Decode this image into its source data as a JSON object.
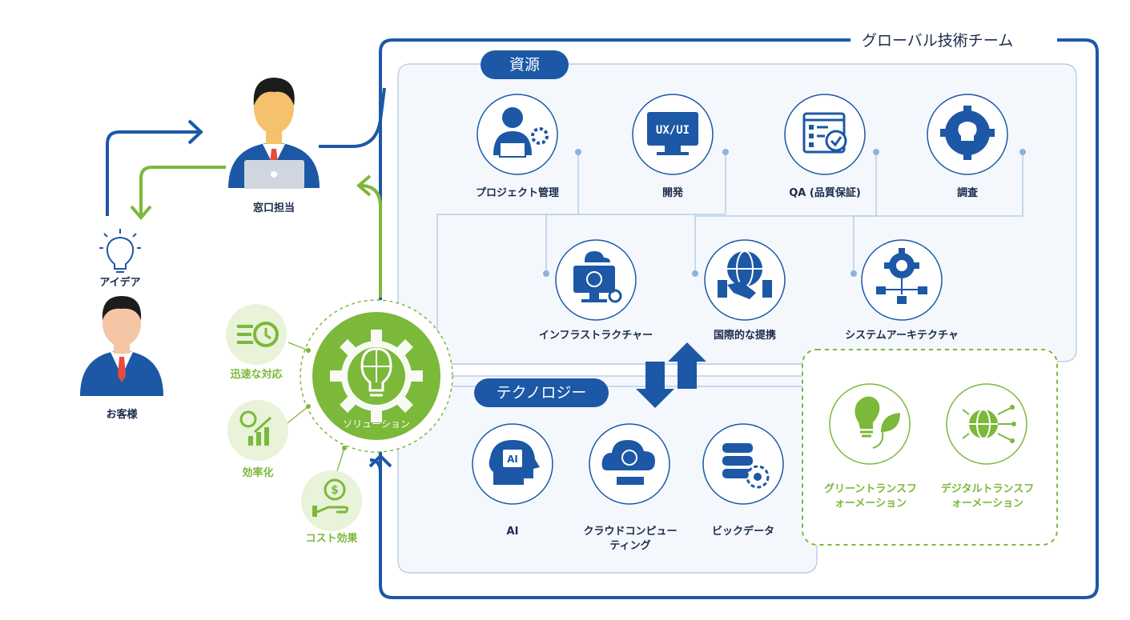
{
  "title": "グローバル技術チーム",
  "resources": {
    "heading": "資源",
    "top_items": [
      {
        "label": "プロジェクト管理",
        "icon": "project-manager-icon"
      },
      {
        "label": "開発",
        "icon": "ux-ui-monitor-icon",
        "icon_text": "UX/UI"
      },
      {
        "label": "QA (品質保証)",
        "icon": "qa-checklist-icon"
      },
      {
        "label": "調査",
        "icon": "research-bulb-gear-icon"
      }
    ],
    "mid_items": [
      {
        "label": "インフラストラクチャー",
        "icon": "infrastructure-icon"
      },
      {
        "label": "国際的な提携",
        "icon": "handshake-globe-icon"
      },
      {
        "label": "システムアーキテクチャ",
        "icon": "system-architecture-icon"
      }
    ]
  },
  "technology": {
    "heading": "テクノロジー",
    "items": [
      {
        "label": "AI",
        "icon": "ai-head-icon",
        "icon_text": "AI"
      },
      {
        "label": "クラウドコンピューティング",
        "icon": "cloud-computing-icon"
      },
      {
        "label": "ビックデータ",
        "icon": "big-data-icon"
      }
    ]
  },
  "transformation": {
    "items": [
      {
        "label": "グリーントランスフォーメーション",
        "icon": "green-bulb-leaf-icon"
      },
      {
        "label": "デジタルトランスフォーメーション",
        "icon": "digital-globe-chip-icon"
      }
    ]
  },
  "people": {
    "contact": "窓口担当",
    "customer": "お客様",
    "idea": "アイデア"
  },
  "solution": {
    "label": "ソリューション",
    "benefits": [
      {
        "label": "迅速な対応",
        "icon": "fast-clock-icon"
      },
      {
        "label": "効率化",
        "icon": "efficiency-chart-icon"
      },
      {
        "label": "コスト効果",
        "icon": "cost-hand-coin-icon"
      }
    ]
  },
  "colors": {
    "navy": "#1c58a6",
    "green": "#7cb83a",
    "panel": "#f4f8fd",
    "panel_border": "#aec6e2"
  }
}
